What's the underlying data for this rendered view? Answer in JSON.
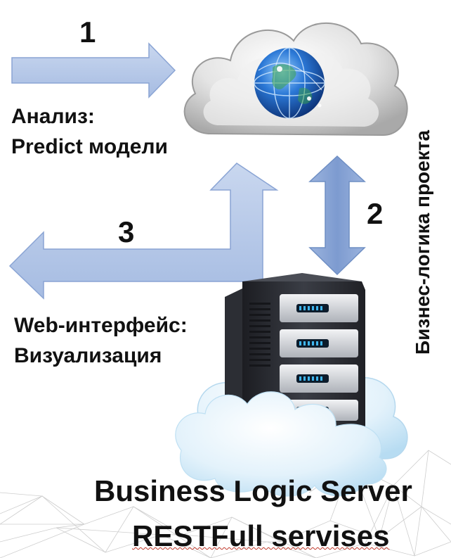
{
  "steps": {
    "step1": "1",
    "step2": "2",
    "step3": "3"
  },
  "labels": {
    "analysis_line1": "Анализ:",
    "analysis_line2": "Predict модели",
    "web_line1": "Web-интерфейс:",
    "web_line2": "Визуализация",
    "business_logic_vertical": "Бизнес-логика проекта",
    "server_title_line1": "Business Logic Server",
    "server_title_line2": "RESTFull servises"
  },
  "colors": {
    "arrow_fill": "#b6c8e6",
    "arrow_fill_dark": "#7d9bd0",
    "arrow_stroke": "#6f8fc4",
    "cloud_fill": "#dcdcdc",
    "server_body": "#2b2d33",
    "server_light": "#3fb6f0",
    "globe_blue": "#1d5fb8",
    "text": "#111111"
  },
  "icons": {
    "cloud": "cloud-globe-icon",
    "server": "server-rack-icon"
  }
}
